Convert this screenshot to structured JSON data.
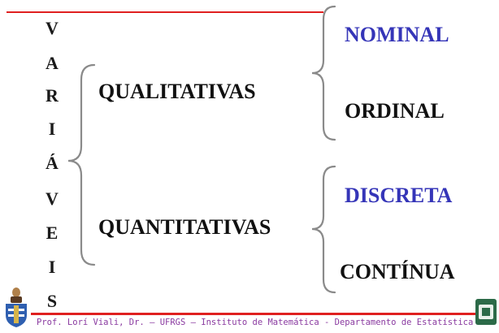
{
  "side_label": {
    "letters": [
      "V",
      "A",
      "R",
      "I",
      "Á",
      "V",
      "E",
      "I",
      "S"
    ]
  },
  "qualitativas": {
    "label": "QUALITATIVAS",
    "children": [
      {
        "label": "NOMINAL",
        "color": "#3535b8"
      },
      {
        "label": "ORDINAL",
        "color": "#111111"
      }
    ]
  },
  "quantitativas": {
    "label": "QUANTITATIVAS",
    "children": [
      {
        "label": "DISCRETA",
        "color": "#3535b8"
      },
      {
        "label": "CONTÍNUA",
        "color": "#111111"
      }
    ]
  },
  "footer": {
    "text": "Prof. Lorí Viali, Dr. – UFRGS – Instituto de Matemática - Departamento de Estatística"
  },
  "colors": {
    "accent_line": "#e02020",
    "brace": "#8a8a8a",
    "blue_text": "#3535b8",
    "footer_text": "#8a3aa0"
  },
  "icons": {
    "left_logo": "university-crest-icon",
    "right_logo": "page-badge-icon"
  }
}
